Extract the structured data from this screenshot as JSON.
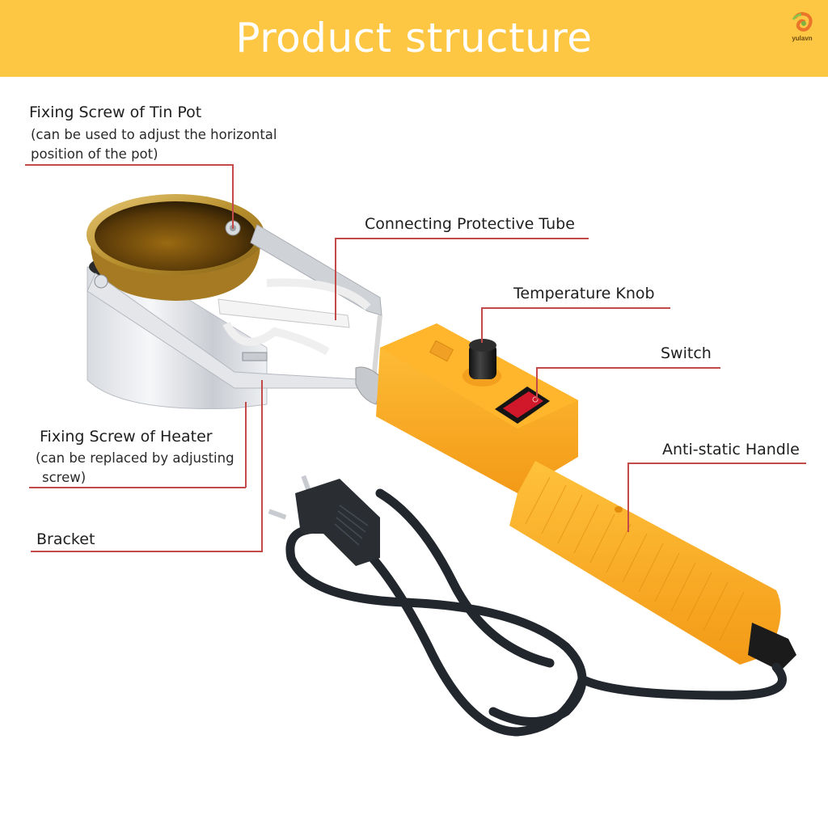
{
  "header": {
    "title": "Product structure",
    "background_color": "#fdc743",
    "title_color": "#ffffff",
    "logo": {
      "icon": "chameleon-logo-icon",
      "text": "yulavn"
    }
  },
  "annotations": [
    {
      "id": "fixing-screw-tin-pot",
      "title": "Fixing Screw of Tin Pot",
      "note_line1": "(can be used to adjust the horizontal",
      "note_line2": "position of the pot)"
    },
    {
      "id": "connecting-protective-tube",
      "title": "Connecting Protective Tube"
    },
    {
      "id": "temperature-knob",
      "title": "Temperature Knob"
    },
    {
      "id": "switch",
      "title": "Switch"
    },
    {
      "id": "anti-static-handle",
      "title": "Anti-static Handle"
    },
    {
      "id": "fixing-screw-heater",
      "title": "Fixing Screw of Heater",
      "note_line1": "(can be replaced by adjusting",
      "note_line2": "screw)"
    },
    {
      "id": "bracket",
      "title": "Bracket"
    }
  ],
  "style": {
    "leader_line_color": "#c44a4a",
    "handle_color": "#f7a826",
    "pot_color": "#b8902e",
    "switch_color": "#d0182a",
    "cable_color": "#22272e"
  }
}
